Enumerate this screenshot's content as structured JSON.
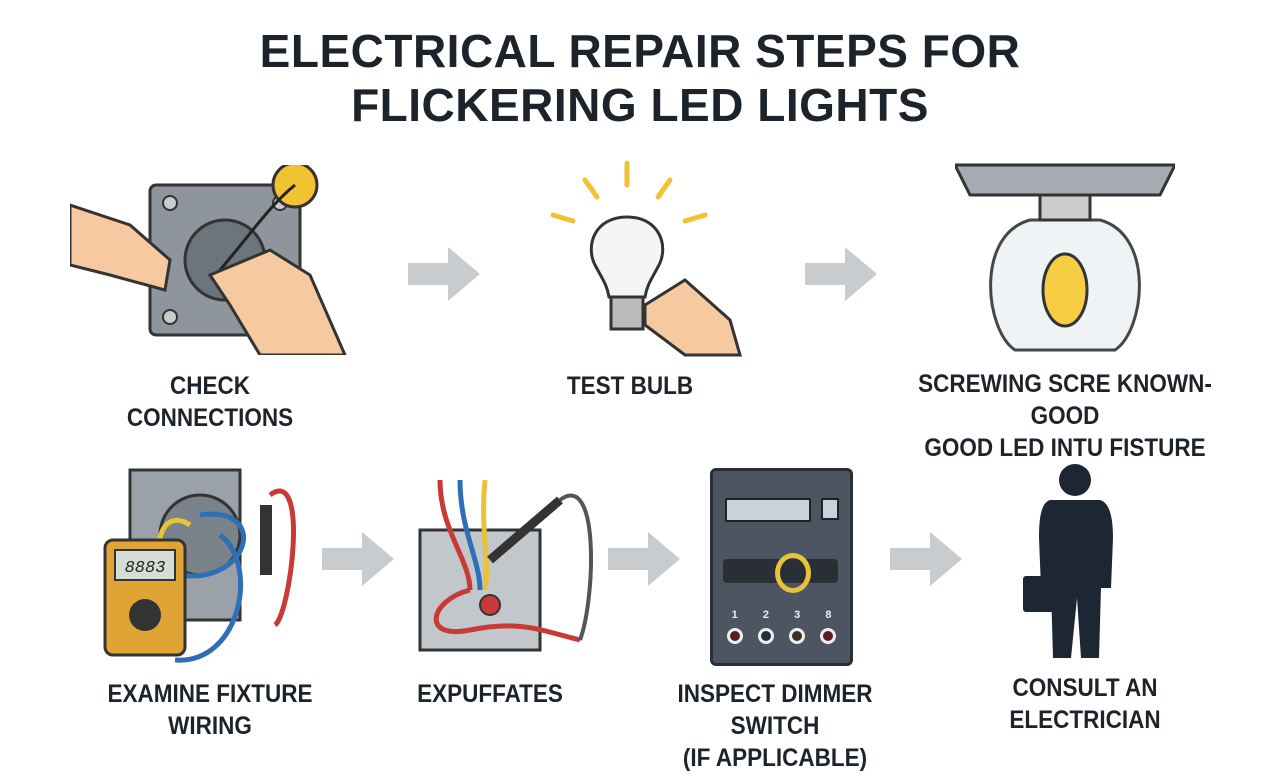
{
  "title": {
    "line1": "ELECTRICAL REPAIR STEPS FOR",
    "line2": "FLICKERING LED LIGHTS"
  },
  "steps": [
    {
      "label": "CHECK CONNECTIONS",
      "icon": "hands-junction-box-icon"
    },
    {
      "label": "TEST BULB",
      "icon": "led-bulb-icon"
    },
    {
      "label_line1": "SCREWING SCRE KNOWN-GOOD",
      "label_line2": "GOOD LED INTU FISTURE",
      "icon": "ceiling-fixture-icon"
    },
    {
      "label_line1": "EXAMINE FIXTURE",
      "label_line2": "WIRING",
      "icon": "multimeter-icon",
      "meter_display": "8883"
    },
    {
      "label": "EXPUFFATES",
      "icon": "wires-probe-icon"
    },
    {
      "label_line1": "INSPECT DIMMER SWITCH",
      "label_line2": "(IF APPLICABLE)",
      "icon": "dimmer-panel-icon",
      "ports": [
        "1",
        "2",
        "3",
        "8"
      ]
    },
    {
      "label_line1": "CONSULT AN",
      "label_line2": "ELECTRICIAN",
      "icon": "electrician-silhouette-icon"
    }
  ],
  "colors": {
    "text": "#1d232b",
    "arrow": "#c9cccf",
    "wire_red": "#c93a36",
    "wire_blue": "#2f6fb5",
    "wire_yellow": "#e8c23a",
    "panel": "#4c5561"
  }
}
